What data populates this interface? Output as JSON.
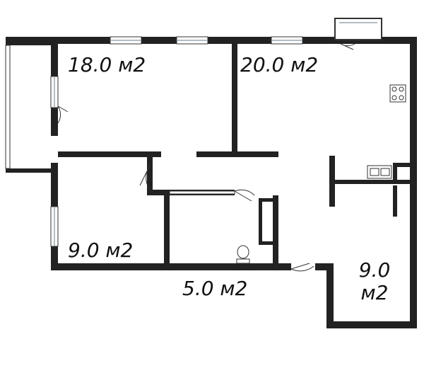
{
  "rooms": [
    {
      "id": "room-18",
      "area_label": "18.0 м2"
    },
    {
      "id": "room-20",
      "area_label": "20.0 м2"
    },
    {
      "id": "room-9a",
      "area_label": "9.0 м2"
    },
    {
      "id": "room-5",
      "area_label": "5.0 м2"
    },
    {
      "id": "room-9b",
      "area_label": "9.0 м2"
    }
  ],
  "colors": {
    "wall": "#222222",
    "window": "#cfd6db",
    "background": "#ffffff"
  },
  "fixtures": [
    "stove-icon",
    "sink-icon",
    "toilet-icon"
  ]
}
